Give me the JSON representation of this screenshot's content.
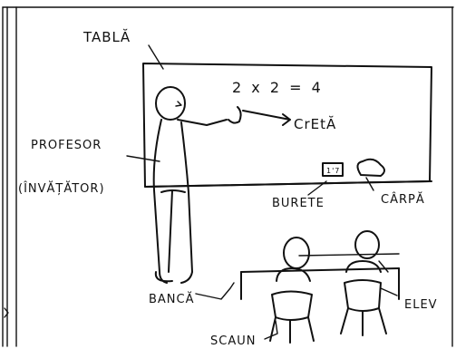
{
  "labels": {
    "board": "TABLĂ",
    "formula": "2 x 2 = 4",
    "chalk": "CrEtĂ",
    "teacher": "PROFESOR",
    "teacher_alt": "(ÎNVĂȚĂTOR)",
    "sponge": "BURETE",
    "rag": "CÂRPĂ",
    "desk": "BANCĂ",
    "pupil": "ELEV",
    "chair": "SCAUN"
  }
}
